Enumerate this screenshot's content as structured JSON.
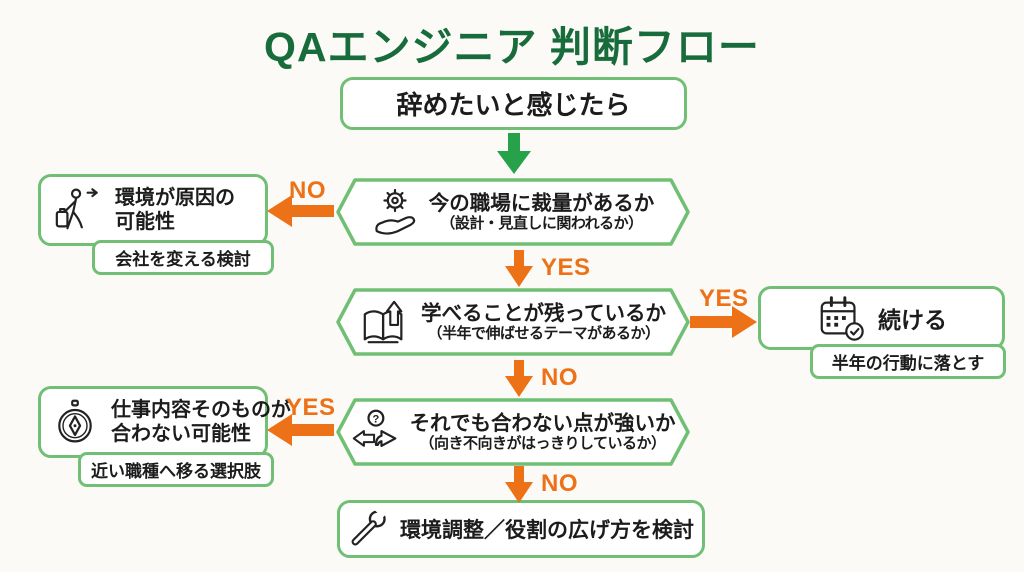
{
  "title": "QAエンジニア 判断フロー",
  "labels": {
    "yes": "YES",
    "no": "NO"
  },
  "colors": {
    "title_green": "#186c3b",
    "border_green": "#70bf74",
    "arrow_green": "#27a24b",
    "orange": "#ed7117",
    "text": "#1c1c1c",
    "background": "#fbfaf7"
  },
  "start": {
    "label": "辞めたいと感じたら"
  },
  "decisions": [
    {
      "icon": "gear-hand-icon",
      "line1": "今の職場に裁量があるか",
      "line2": "（設計・見直しに関われるか）"
    },
    {
      "icon": "book-arrow-icon",
      "line1": "学べることが残っているか",
      "line2": "（半年で伸ばせるテーマがあるか）"
    },
    {
      "icon": "question-fork-icon",
      "line1": "それでも合わない点が強いか",
      "line2": "（向き不向きがはっきりしているか）"
    }
  ],
  "outcomes": {
    "environment": {
      "icon": "walking-person-icon",
      "line1": "環境が原因の",
      "line2": "可能性",
      "sub": "会社を変える検討"
    },
    "keep_going": {
      "icon": "calendar-check-icon",
      "label": "続ける",
      "sub": "半年の行動に落とす"
    },
    "job_mismatch": {
      "icon": "compass-icon",
      "line1": "仕事内容そのものが",
      "line2": "合わない可能性",
      "sub": "近い職種へ移る選択肢"
    },
    "adjust": {
      "icon": "wrench-icon",
      "label": "環境調整／役割の広げ方を検討"
    }
  }
}
